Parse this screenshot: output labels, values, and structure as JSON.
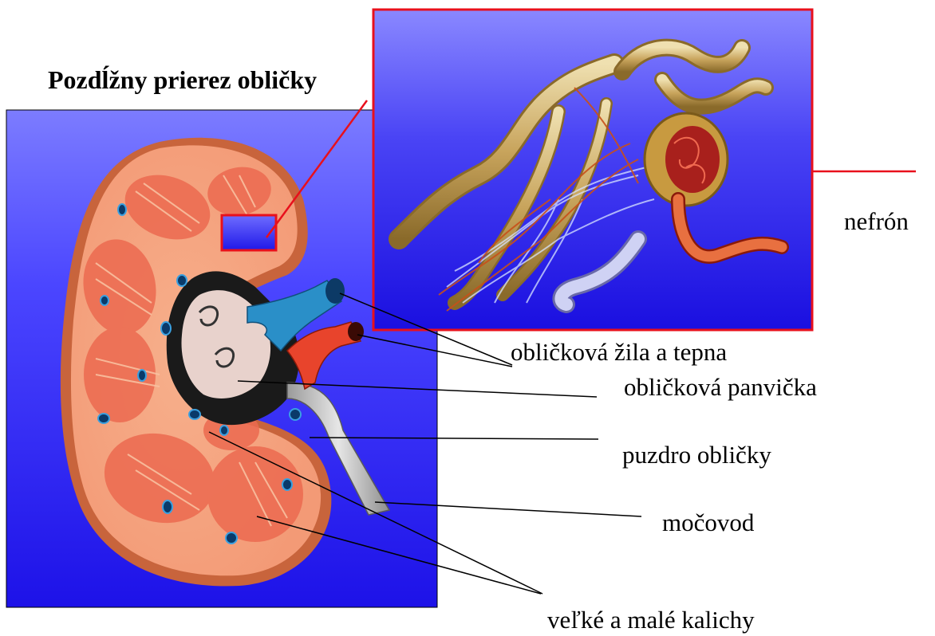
{
  "title": "Pozdĺžny prierez obličky",
  "labels": {
    "nefron": "nefrón",
    "vein_artery": "obličková žila a tepna",
    "pelvis": "obličková panvička",
    "capsule": "puzdro obličky",
    "ureter": "močovod",
    "calyces": "veľké a malé kalichy"
  },
  "colors": {
    "panel_blue": "#2a24f0",
    "panel_top": "#8080ff",
    "kidney_outer": "#f4a07a",
    "kidney_inner": "#ec6a50",
    "highlight_red": "#e8101c",
    "vein_blue": "#2a8fc8",
    "artery_red": "#e8442c",
    "ureter_gray": "#b8b8b8",
    "nephron_gold": "#c8a860"
  }
}
